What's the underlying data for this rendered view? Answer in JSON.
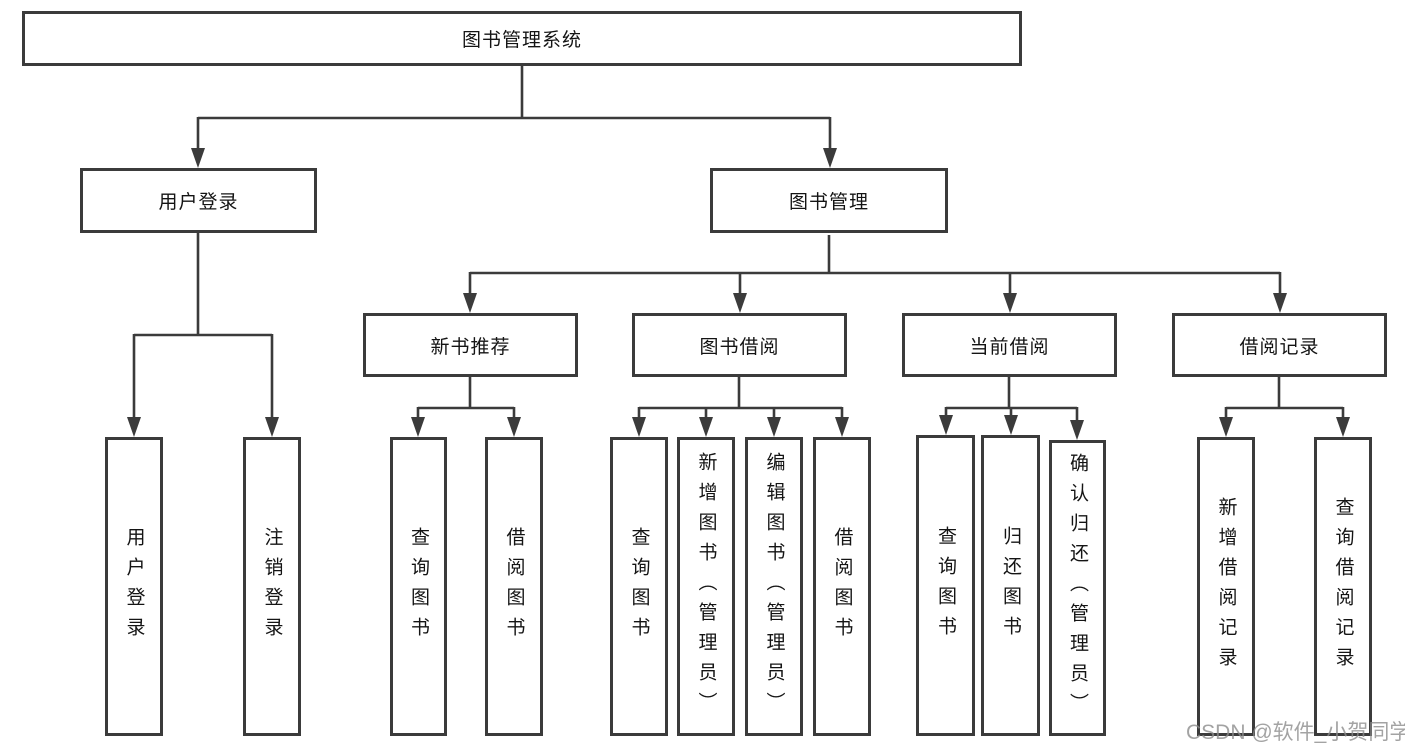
{
  "nodes": {
    "root": "图书管理系统",
    "user_login": "用户登录",
    "book_mgmt": "图书管理",
    "new_book": "新书推荐",
    "book_borrow": "图书借阅",
    "current_borrow": "当前借阅",
    "borrow_record": "借阅记录",
    "leaf_user_login": "用户登录",
    "leaf_logout": "注销登录",
    "leaf_query_book_1": "查询图书",
    "leaf_borrow_book_1": "借阅图书",
    "leaf_query_book_2": "查询图书",
    "leaf_add_book": "新增图书（管理员）",
    "leaf_edit_book": "编辑图书（管理员）",
    "leaf_borrow_book_2": "借阅图书",
    "leaf_query_book_3": "查询图书",
    "leaf_return_book": "归还图书",
    "leaf_confirm_return": "确认归还（管理员）",
    "leaf_add_record": "新增借阅记录",
    "leaf_query_record": "查询借阅记录"
  },
  "hierarchy": {
    "图书管理系统": {
      "用户登录": [
        "用户登录",
        "注销登录"
      ],
      "图书管理": {
        "新书推荐": [
          "查询图书",
          "借阅图书"
        ],
        "图书借阅": [
          "查询图书",
          "新增图书（管理员）",
          "编辑图书（管理员）",
          "借阅图书"
        ],
        "当前借阅": [
          "查询图书",
          "归还图书",
          "确认归还（管理员）"
        ],
        "借阅记录": [
          "新增借阅记录",
          "查询借阅记录"
        ]
      }
    }
  },
  "watermark": "CSDN @软件_小贺同学",
  "colors": {
    "line": "#3b3b3b",
    "text": "#141414",
    "watermark": "#8c8c8c",
    "background": "#ffffff"
  }
}
